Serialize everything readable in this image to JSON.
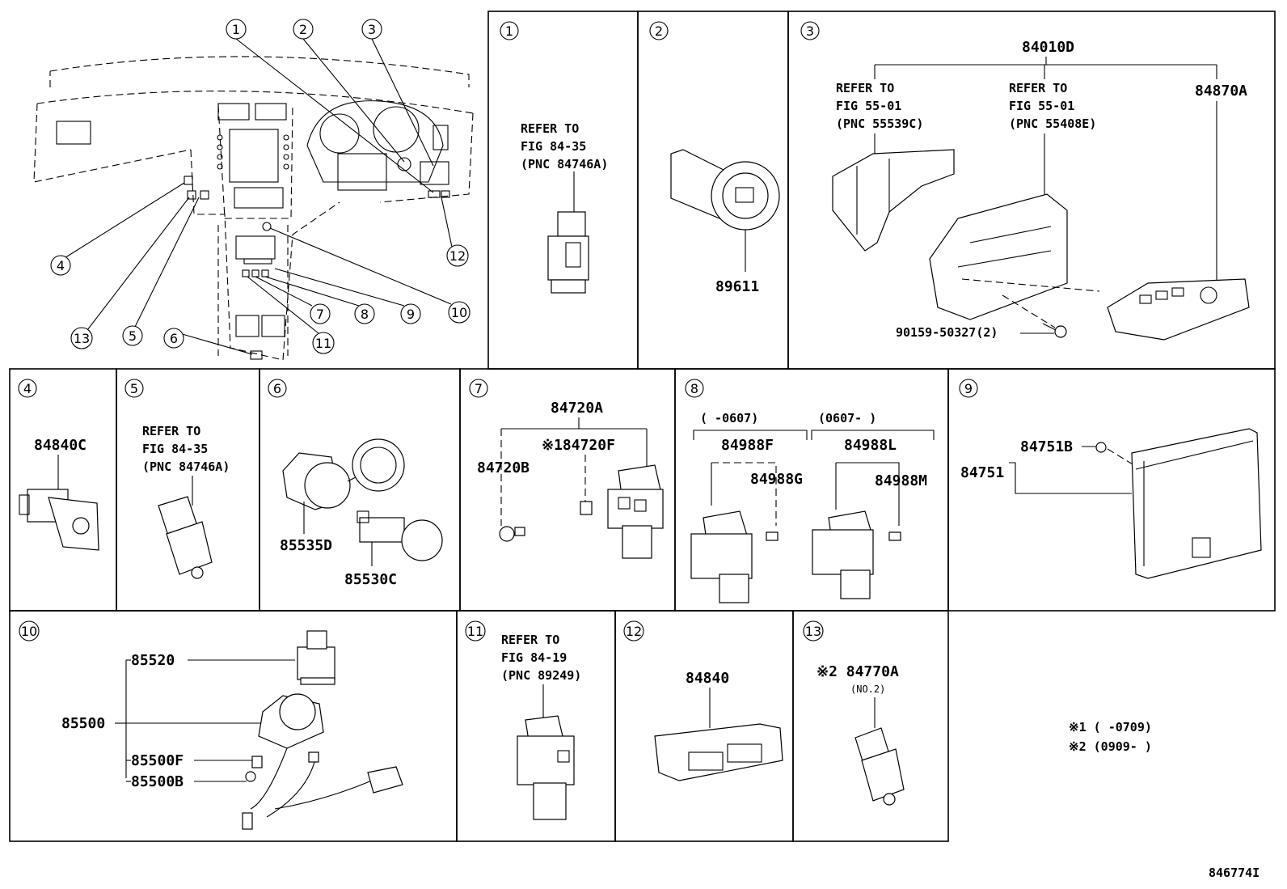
{
  "diagram_id": "846774I",
  "overview": {
    "callouts": [
      "1",
      "2",
      "3",
      "4",
      "5",
      "6",
      "7",
      "8",
      "9",
      "10",
      "11",
      "12",
      "13"
    ]
  },
  "panels": {
    "p1": {
      "num": "1",
      "ref": [
        "REFER TO",
        "FIG 84-35",
        "(PNC 84746A)"
      ]
    },
    "p2": {
      "num": "2",
      "part": "89611"
    },
    "p3": {
      "num": "3",
      "assembly": "84010D",
      "ref_a": [
        "REFER TO",
        "FIG 55-01",
        "(PNC 55539C)"
      ],
      "ref_b": [
        "REFER TO",
        "FIG 55-01",
        "(PNC 55408E)"
      ],
      "part_a": "84870A",
      "screw": "90159-50327(2)"
    },
    "p4": {
      "num": "4",
      "part": "84840C"
    },
    "p5": {
      "num": "5",
      "ref": [
        "REFER TO",
        "FIG 84-35",
        "(PNC 84746A)"
      ]
    },
    "p6": {
      "num": "6",
      "part_a": "85535D",
      "part_b": "85530C"
    },
    "p7": {
      "num": "7",
      "assembly": "84720A",
      "part_a": "※184720F",
      "part_b": "84720B"
    },
    "p8": {
      "num": "8",
      "range_a": "(      -0607)",
      "range_b": "(0607-      )",
      "part_a": "84988F",
      "part_b": "84988G",
      "part_c": "84988L",
      "part_d": "84988M"
    },
    "p9": {
      "num": "9",
      "part_a": "84751B",
      "part_b": "84751"
    },
    "p10": {
      "num": "10",
      "part_a": "85520",
      "part_b": "85500",
      "part_c": "85500F",
      "part_d": "85500B"
    },
    "p11": {
      "num": "11",
      "ref": [
        "REFER TO",
        "FIG 84-19",
        "(PNC 89249)"
      ]
    },
    "p12": {
      "num": "12",
      "part": "84840"
    },
    "p13": {
      "num": "13",
      "part": "※2 84770A",
      "note": "(NO.2)"
    }
  },
  "notes": [
    "※1 (      -0709)",
    "※2 (0909-      )"
  ]
}
